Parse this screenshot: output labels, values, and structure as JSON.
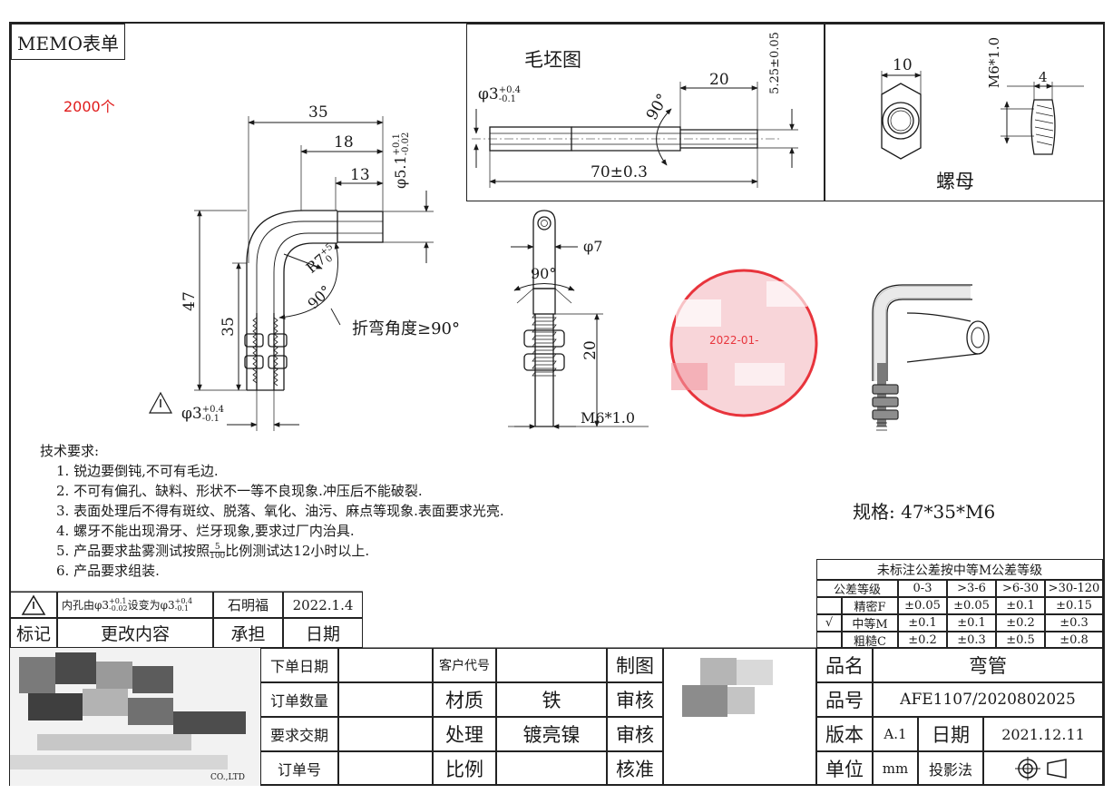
{
  "memo_label": "MEMO表单",
  "quantity_note": "2000个",
  "blank_view": {
    "title": "毛坯图",
    "dim_dia_base": "φ3",
    "dim_dia_tol_upper": "+0.4",
    "dim_dia_tol_lower": "-0.1",
    "dim_length": "20",
    "dim_total": "70±0.3",
    "dim_angle": "90°",
    "dim_thickness": "5.25±0.05"
  },
  "nut_view": {
    "label": "螺母",
    "dim_width": "10",
    "dim_thread": "M6*1.0",
    "dim_thickness": "4"
  },
  "main_view": {
    "dim_35": "35",
    "dim_18": "18",
    "dim_13": "13",
    "dim_47": "47",
    "dim_35v": "35",
    "dim_radius": "R7",
    "dim_radius_upper": "+5",
    "dim_radius_lower": "0",
    "dim_angle": "90°",
    "dim_dia_outer": "φ5.1",
    "dim_dia_outer_upper": "+0.1",
    "dim_dia_outer_lower": "-0.02",
    "dim_dia_inner": "φ3",
    "dim_dia_inner_upper": "+0.4",
    "dim_dia_inner_lower": "-0.1",
    "bend_note": "折弯角度≥90°"
  },
  "side_view": {
    "dim_dia7": "φ7",
    "dim_angle": "90°",
    "dim_20": "20",
    "dim_thread": "M6*1.0"
  },
  "stamp_text": "2022-01-",
  "spec": "规格: 47*35*M6",
  "requirements": {
    "title": "技术要求:",
    "items": [
      "1. 锐边要倒钝,不可有毛边.",
      "2. 不可有偏孔、缺料、形状不一等不良现象.冲压后不能破裂.",
      "3. 表面处理后不得有斑纹、脱落、氧化、油污、麻点等现象.表面要求光亮.",
      "4. 螺牙不能出现滑牙、烂牙现象,要求过厂内治具.",
      "5. 产品要求盐雾测试按照",
      "6. 产品要求组装."
    ],
    "item5_frac_num": "5",
    "item5_frac_den": "100",
    "item5_tail": "比例测试达12小时以上."
  },
  "tolerance_table": {
    "title": "未标注公差按中等M公差等级",
    "headers": [
      "公差等级",
      "0-3",
      ">3-6",
      ">6-30",
      ">30-120"
    ],
    "rows": [
      {
        "check": "",
        "grade": "精密F",
        "values": [
          "±0.05",
          "±0.05",
          "±0.1",
          "±0.15"
        ]
      },
      {
        "check": "√",
        "grade": "中等M",
        "values": [
          "±0.1",
          "±0.1",
          "±0.2",
          "±0.3"
        ]
      },
      {
        "check": "",
        "grade": "粗糙C",
        "values": [
          "±0.2",
          "±0.3",
          "±0.5",
          "±0.8"
        ]
      }
    ]
  },
  "revision": {
    "change_text": "内孔由φ3",
    "change_from_upper": "+0.1",
    "change_from_lower": "-0.02",
    "change_mid": "设变为φ3",
    "change_to_upper": "+0.4",
    "change_to_lower": "-0.1",
    "person": "石明福",
    "date": "2022.1.4",
    "h_mark": "标记",
    "h_content": "更改内容",
    "h_person": "承担",
    "h_date": "日期"
  },
  "title_block": {
    "order_date_label": "下单日期",
    "order_qty_label": "订单数量",
    "deliver_label": "要求交期",
    "order_no_label": "订单号",
    "customer_label": "客户代号",
    "material_label": "材质",
    "material": "铁",
    "process_label": "处理",
    "process": "镀亮镍",
    "scale_label": "比例",
    "drawn_label": "制图",
    "review_label": "审核",
    "review2_label": "审核",
    "approve_label": "核准",
    "name_label": "品名",
    "name": "弯管",
    "part_no_label": "品号",
    "part_no": "AFE1107/2020802025",
    "version_label": "版本",
    "version": "A.1",
    "date_label": "日期",
    "date": "2021.12.11",
    "unit_label": "单位",
    "unit": "mm",
    "projection_label": "投影法",
    "company_tail": "CO.,LTD"
  },
  "colors": {
    "ink": "#1a1a1a",
    "accent_red": "#e01b1b",
    "stamp": "#e8343c"
  }
}
